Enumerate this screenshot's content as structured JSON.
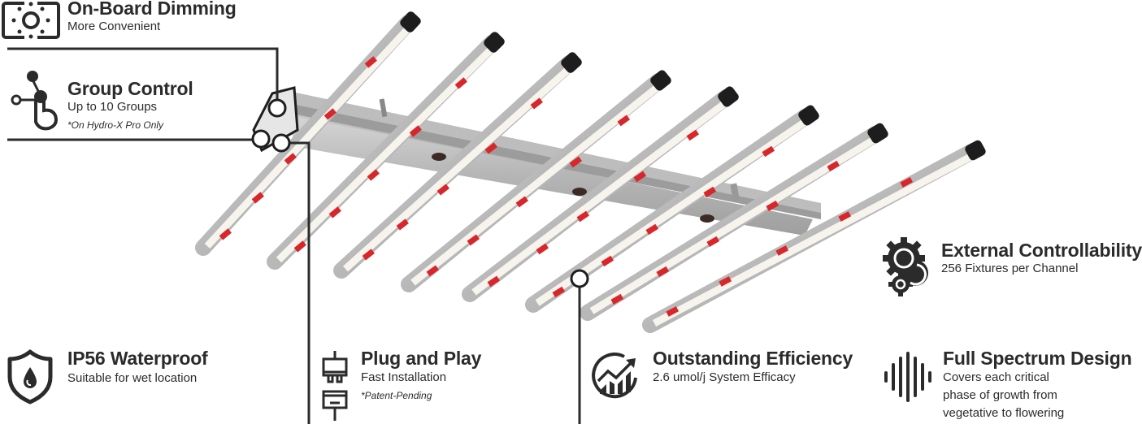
{
  "colors": {
    "ink": "#2b2b2b",
    "bar_silver": "#c9c9c9",
    "bar_light": "#f6f3ec",
    "led_red": "#d8262b",
    "rail": "#a7a7a7"
  },
  "features": {
    "dimming": {
      "icon": "dimming-icon",
      "title": "On-Board Dimming",
      "subtitle": "More Convenient"
    },
    "group": {
      "icon": "group-control-icon",
      "title": "Group Control",
      "subtitle": "Up to 10 Groups",
      "note": "*On Hydro-X Pro Only"
    },
    "external": {
      "icon": "gears-icon",
      "title": "External Controllability",
      "subtitle": "256 Fixtures per Channel"
    },
    "waterproof": {
      "icon": "shield-drop-icon",
      "title": "IP56 Waterproof",
      "subtitle": "Suitable for wet location"
    },
    "plug": {
      "icon": "plug-icon",
      "title": "Plug and Play",
      "subtitle": "Fast Installation",
      "note": "*Patent-Pending"
    },
    "efficiency": {
      "icon": "efficiency-chart-icon",
      "title": "Outstanding Efficiency",
      "subtitle": "2.6 umol/j System Efficacy"
    },
    "spectrum": {
      "icon": "spectrum-icon",
      "title": "Full Spectrum Design",
      "subtitle_lines": [
        "Covers each critical",
        "phase of growth from",
        "vegetative to flowering"
      ]
    }
  },
  "product": {
    "name": "LED grow light fixture",
    "bar_count": 8
  }
}
